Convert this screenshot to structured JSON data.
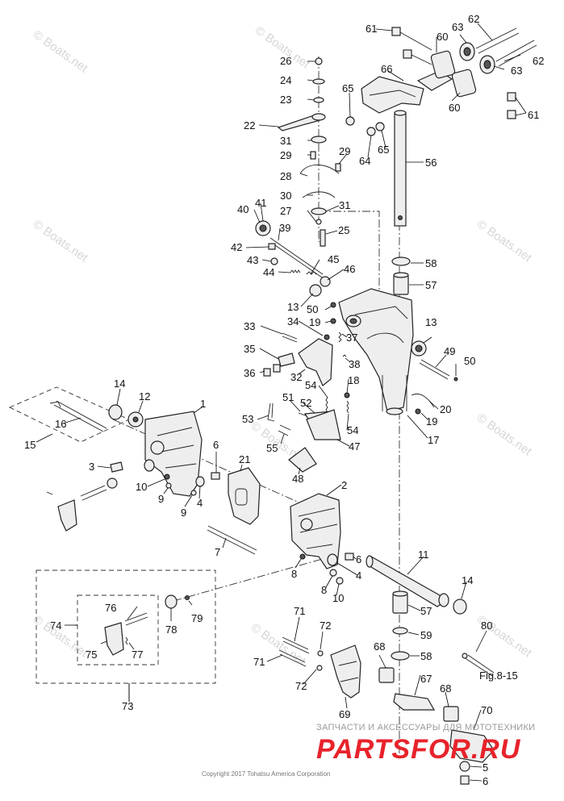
{
  "watermark": "© Boats.net",
  "copyright": "Copyright 2017 Tohatsu America Corporation",
  "reseller": {
    "line1": "ЗАПЧАСТИ И АКСЕССУАРЫ ДЛЯ МОТОТЕХНИКИ",
    "line2": "PARTSFOR.RU"
  },
  "figure_ref": "Fig.8-15",
  "callouts": {
    "c1": "1",
    "c2": "2",
    "c3": "3",
    "c4a": "4",
    "c4b": "4",
    "c5": "5",
    "c6a": "6",
    "c6b": "6",
    "c6c": "6",
    "c7": "7",
    "c8a": "8",
    "c8b": "8",
    "c9a": "9",
    "c9b": "9",
    "c10a": "10",
    "c10b": "10",
    "c11": "11",
    "c12": "12",
    "c13a": "13",
    "c13b": "13",
    "c14a": "14",
    "c14b": "14",
    "c15": "15",
    "c16": "16",
    "c17": "17",
    "c18": "18",
    "c19a": "19",
    "c19b": "19",
    "c20": "20",
    "c21": "21",
    "c22": "22",
    "c23": "23",
    "c24": "24",
    "c25": "25",
    "c26": "26",
    "c27": "27",
    "c28": "28",
    "c29a": "29",
    "c29b": "29",
    "c30": "30",
    "c31a": "31",
    "c31b": "31",
    "c32": "32",
    "c33": "33",
    "c34": "34",
    "c35": "35",
    "c36": "36",
    "c37": "37",
    "c38": "38",
    "c39": "39",
    "c40": "40",
    "c41": "41",
    "c42": "42",
    "c43": "43",
    "c44": "44",
    "c45": "45",
    "c46": "46",
    "c47": "47",
    "c48": "48",
    "c49": "49",
    "c50a": "50",
    "c50b": "50",
    "c51": "51",
    "c52": "52",
    "c53": "53",
    "c54a": "54",
    "c54b": "54",
    "c55": "55",
    "c56": "56",
    "c57a": "57",
    "c57b": "57",
    "c58a": "58",
    "c58b": "58",
    "c59": "59",
    "c60a": "60",
    "c60b": "60",
    "c61a": "61",
    "c61b": "61",
    "c62a": "62",
    "c62b": "62",
    "c63a": "63",
    "c63b": "63",
    "c64": "64",
    "c65a": "65",
    "c65b": "65",
    "c66": "66",
    "c67": "67",
    "c68a": "68",
    "c68b": "68",
    "c69": "69",
    "c70": "70",
    "c71a": "71",
    "c71b": "71",
    "c72a": "72",
    "c72b": "72",
    "c73": "73",
    "c74": "74",
    "c75": "75",
    "c76": "76",
    "c77": "77",
    "c78": "78",
    "c79": "79",
    "c80": "80"
  }
}
